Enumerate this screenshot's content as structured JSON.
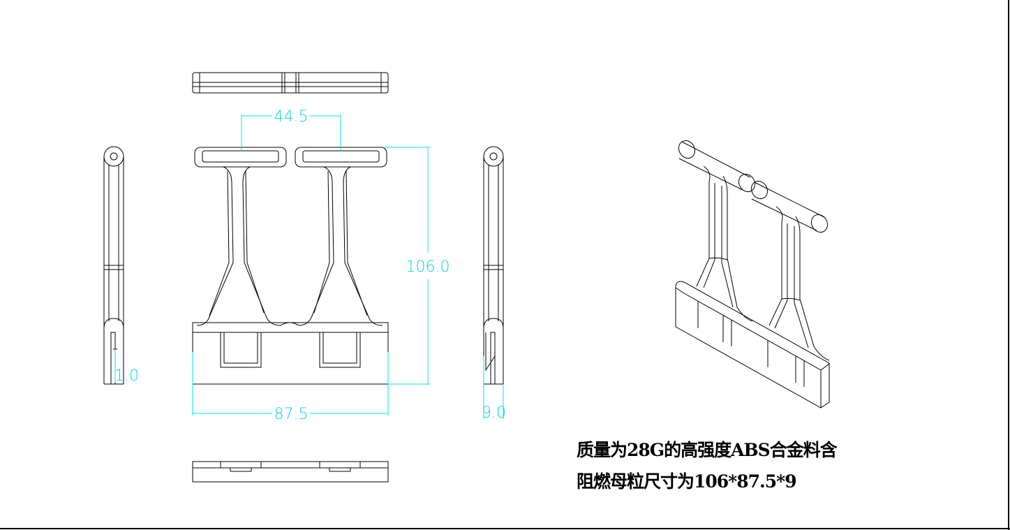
{
  "dimensions": {
    "top_gap": "44.5",
    "height": "106.0",
    "width": "87.5",
    "side_thickness": "1.0",
    "depth": "9.0"
  },
  "caption": {
    "line1": "质量为28G的高强度ABS合金料含",
    "line2": "阻燃母粒尺寸为106*87.5*9"
  },
  "colors": {
    "part_lines": "#000000",
    "dimension_lines": "#00e5ef"
  }
}
